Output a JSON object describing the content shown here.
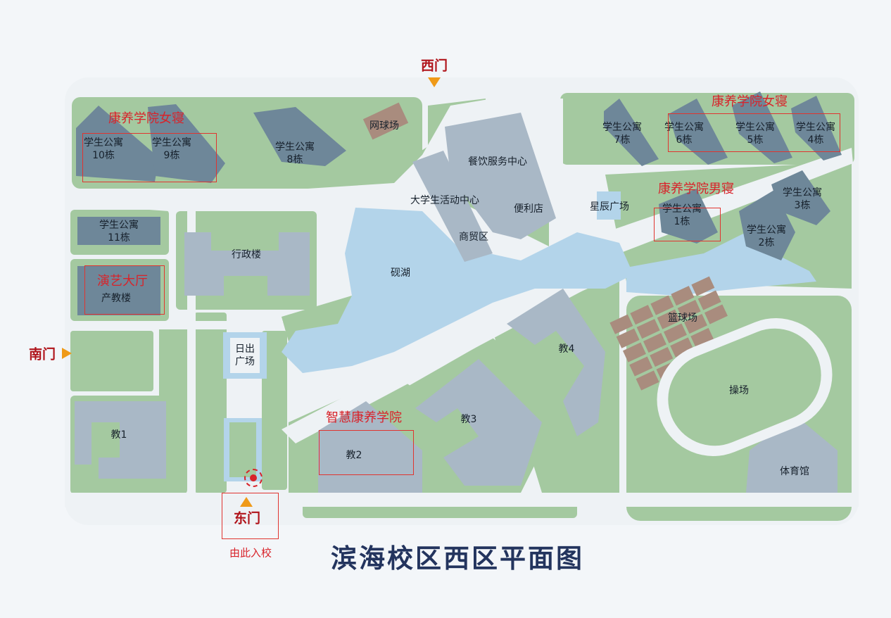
{
  "map": {
    "title": "滨海校区西区平面图",
    "colors": {
      "background": "#f3f6f9",
      "grass": "#a4c9a0",
      "road": "#eef2f5",
      "water": "#b3d4ea",
      "building": "#a9b8c6",
      "dormitory": "#6e8799",
      "court": "#a98c7e",
      "annotation": "#d8232a",
      "gate": "#b0141b",
      "gate_arrow": "#ef9a18",
      "title": "#23345e"
    },
    "gates": {
      "west": "西门",
      "south": "南门",
      "east": "东门",
      "enter_note": "由此入校"
    },
    "annotations": {
      "female_dorm_left": "康养学院女寝",
      "female_dorm_right": "康养学院女寝",
      "male_dorm": "康养学院男寝",
      "performance_hall": "演艺大厅",
      "smart_college": "智慧康养学院"
    },
    "places": {
      "dorm10": "学生公寓\n10栋",
      "dorm9": "学生公寓\n9栋",
      "dorm8": "学生公寓\n8栋",
      "dorm11": "学生公寓\n11栋",
      "dorm7": "学生公寓\n7栋",
      "dorm6": "学生公寓\n6栋",
      "dorm5": "学生公寓\n5栋",
      "dorm4": "学生公寓\n4栋",
      "dorm3": "学生公寓\n3栋",
      "dorm2": "学生公寓\n2栋",
      "dorm1": "学生公寓\n1栋",
      "tennis": "网球场",
      "dining": "餐饮服务中心",
      "activity": "大学生活动中心",
      "store": "便利店",
      "commerce": "商贸区",
      "star_plaza": "星辰广场",
      "admin": "行政楼",
      "lake": "砚湖",
      "industry": "产教楼",
      "sunrise_plaza": "日出\n广场",
      "teach1": "教1",
      "teach2": "教2",
      "teach3": "教3",
      "teach4": "教4",
      "basketball": "篮球场",
      "playground": "操场",
      "gym": "体育馆"
    }
  }
}
